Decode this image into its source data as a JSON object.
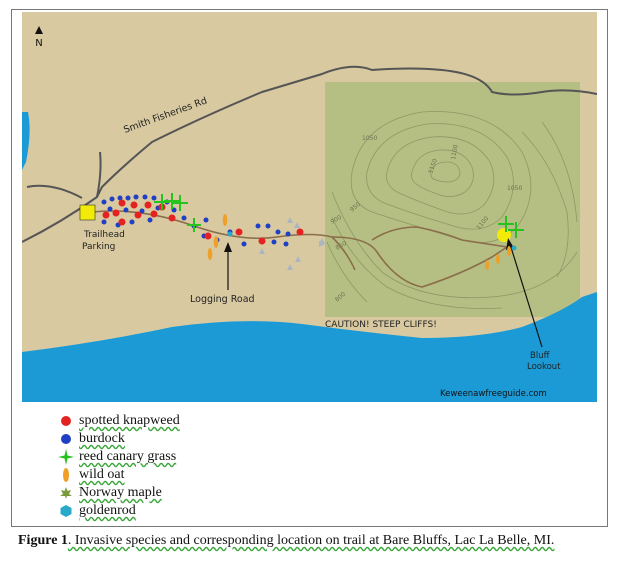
{
  "map": {
    "north_label": "N",
    "road_label": "Smith Fisheries Rd",
    "trailhead_label_line1": "Trailhead",
    "trailhead_label_line2": "Parking",
    "logging_road_label": "Logging Road",
    "caution_label": "CAUTION! STEEP CLIFFS!",
    "lookout_label_line1": "Bluff",
    "lookout_label_line2": "Lookout",
    "credit": "Keweenawfreeguide.com",
    "contours": [
      "1050",
      "1150",
      "1100",
      "1050",
      "900",
      "950",
      "850",
      "800",
      "1100"
    ],
    "colors": {
      "land": "#d8c9a0",
      "water": "#1b9ad6",
      "topo": "#b5bf83",
      "road": "#555555",
      "trail": "#8a6d4a"
    }
  },
  "legend": [
    {
      "icon": "red-dot-icon",
      "label": "spotted knapweed",
      "color": "#e52222"
    },
    {
      "icon": "blue-dot-icon",
      "label": "burdock",
      "color": "#1f3fc4"
    },
    {
      "icon": "green-cross-icon",
      "label": "reed canary grass",
      "color": "#27c21e"
    },
    {
      "icon": "orange-oval-icon",
      "label": "wild oat",
      "color": "#f0a028"
    },
    {
      "icon": "maple-leaf-icon",
      "label": "Norway maple",
      "color": "#7a9a3c"
    },
    {
      "icon": "cyan-hexagon-icon",
      "label": "goldenrod",
      "color": "#29a9c9"
    }
  ],
  "caption": {
    "prefix": "Figure 1",
    "text": ". Invasive species and corresponding location on trail at Bare Bluffs, Lac La Belle, MI."
  }
}
